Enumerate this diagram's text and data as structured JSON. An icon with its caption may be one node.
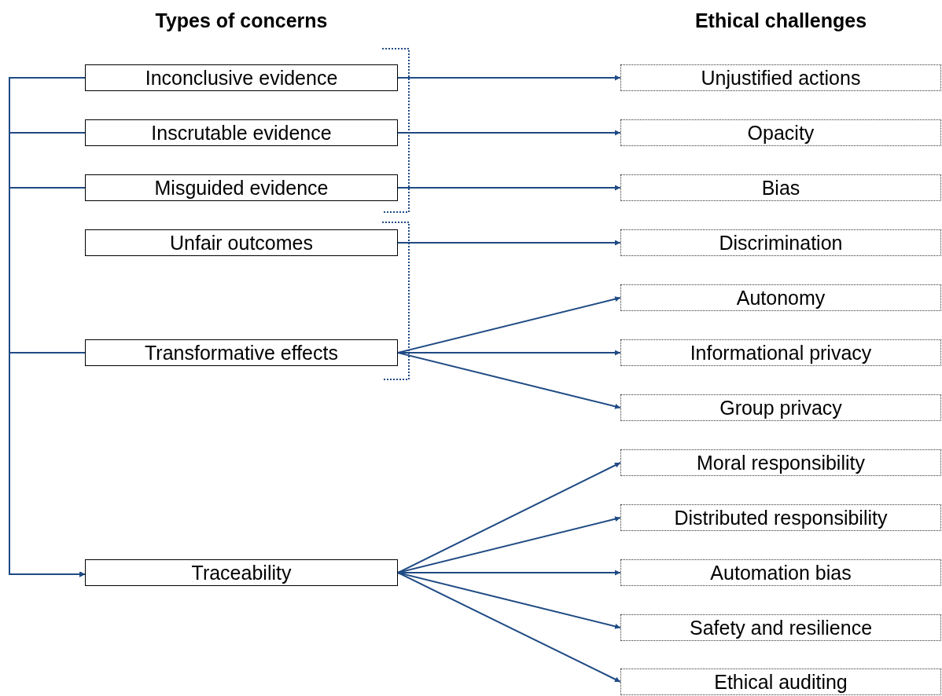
{
  "diagram": {
    "nodes": [
      {
        "text": [
          "Inconclusive evidence"
        ]
      },
      {
        "text": [
          "Inscrutable evidence"
        ]
      },
      {
        "text": [
          "Misguided evidence"
        ]
      },
      {
        "text": [
          "Unfair outcomes"
        ]
      },
      {
        "text": [
          "Transformative effects"
        ]
      },
      {
        "text": [
          "Traceability"
        ]
      },
      {
        "text": [
          "Unjustified actions"
        ]
      },
      {
        "text": [
          "Opacity"
        ]
      },
      {
        "text": [
          "Bias"
        ]
      },
      {
        "text": [
          "Discrimination"
        ]
      },
      {
        "text": [
          "Autonomy"
        ]
      },
      {
        "text": [
          "Informational privacy"
        ]
      },
      {
        "text": [
          "Group privacy"
        ]
      },
      {
        "text": [
          "Moral responsibility"
        ]
      },
      {
        "text": [
          "Distributed responsibility"
        ]
      },
      {
        "text": [
          "Automation bias"
        ]
      },
      {
        "text": [
          "Safety and resilience"
        ]
      },
      {
        "text": [
          "Ethical auditing"
        ]
      }
    ],
    "edges": [
      {
        "from": 0,
        "to": 6,
        "arrow": "to"
      },
      {
        "from": 1,
        "to": 7,
        "arrow": "to"
      },
      {
        "from": 2,
        "to": 8,
        "arrow": "to"
      },
      {
        "from": 3,
        "to": 9,
        "arrow": "to"
      },
      {
        "from": 4,
        "to": 10,
        "arrow": "to"
      },
      {
        "from": 4,
        "to": 11,
        "arrow": "to"
      },
      {
        "from": 4,
        "to": 12,
        "arrow": "to"
      },
      {
        "from": 5,
        "to": 13,
        "arrow": "to"
      },
      {
        "from": 5,
        "to": 14,
        "arrow": "to"
      },
      {
        "from": 5,
        "to": 15,
        "arrow": "to"
      },
      {
        "from": 5,
        "to": 16,
        "arrow": "to"
      },
      {
        "from": 5,
        "to": 17,
        "arrow": "to"
      },
      {
        "from": 0,
        "to": 5,
        "arrow": "to"
      },
      {
        "from": 1,
        "to": 5,
        "arrow": "to"
      },
      {
        "from": 2,
        "to": 5,
        "arrow": "to"
      },
      {
        "from": 4,
        "to": 5,
        "arrow": "to"
      }
    ],
    "labels": [
      "Types of concerns",
      "Ethical challenges"
    ]
  }
}
